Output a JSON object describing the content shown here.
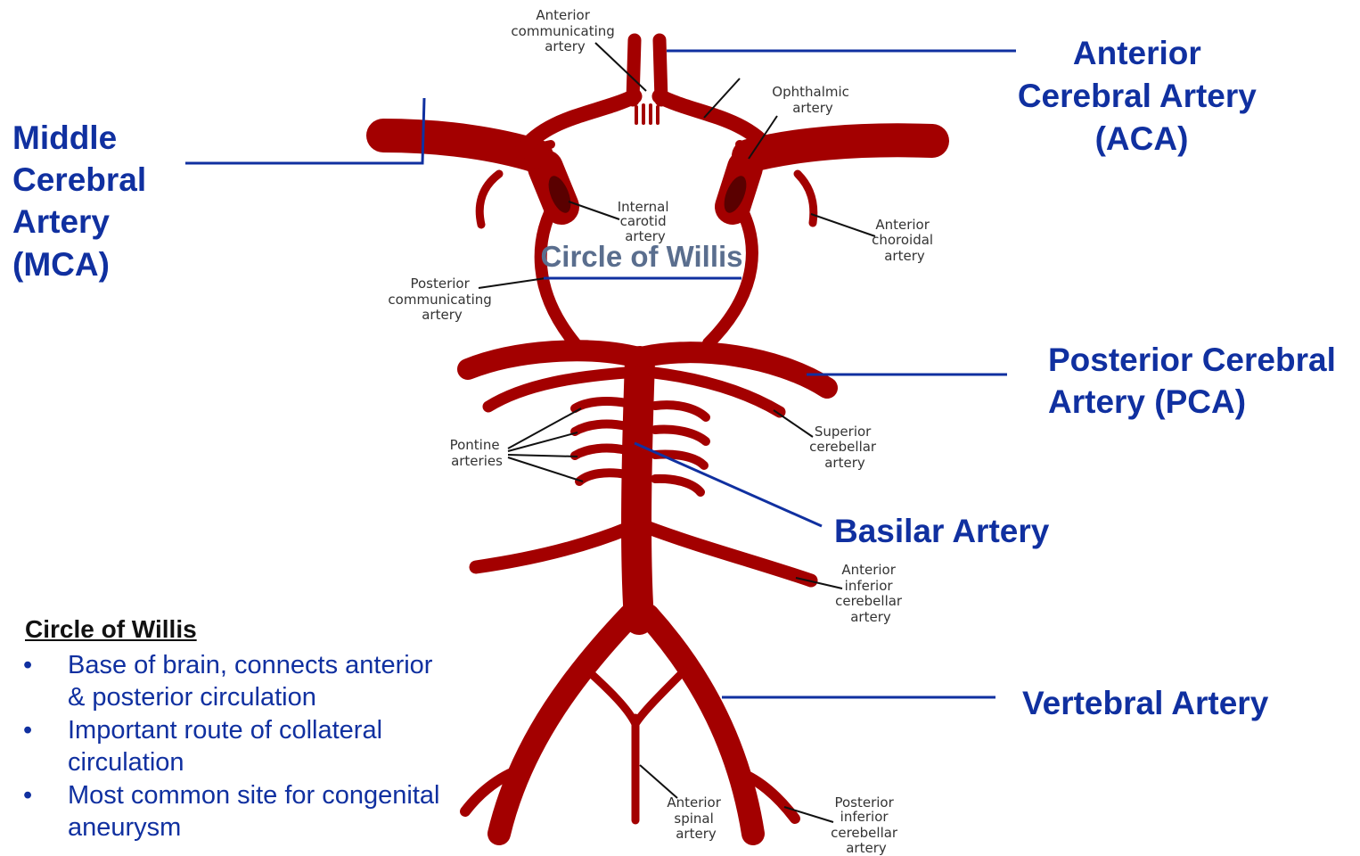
{
  "colors": {
    "artery": "#a30000",
    "artery_dark": "#5a0000",
    "accent": "#1030a0",
    "pointer": "#111111",
    "small_text": "#333333"
  },
  "diagram_labels": {
    "anterior_communicating": [
      "Anterior",
      "communicating",
      "artery"
    ],
    "ophthalmic": [
      "Ophthalmic",
      "artery"
    ],
    "internal_carotid": [
      "Internal",
      "carotid",
      "artery"
    ],
    "anterior_choroidal": [
      "Anterior",
      "choroidal",
      "artery"
    ],
    "posterior_communicating": [
      "Posterior",
      "communicating",
      "artery"
    ],
    "pontine": [
      "Pontine",
      "arteries"
    ],
    "superior_cerebellar": [
      "Superior",
      "cerebellar",
      "artery"
    ],
    "anterior_inferior_cerebellar": [
      "Anterior",
      "inferior",
      "cerebellar",
      "artery"
    ],
    "anterior_spinal": [
      "Anterior",
      "spinal",
      "artery"
    ],
    "posterior_inferior_cerebellar": [
      "Posterior",
      "inferior",
      "cerebellar",
      "artery"
    ],
    "circle_of_willis_title": "Circle of Willis"
  },
  "callouts": {
    "aca": [
      "Anterior",
      "Cerebral Artery",
      "(ACA)"
    ],
    "mca": [
      "Middle",
      "Cerebral",
      "Artery",
      "(MCA)"
    ],
    "pca": [
      "Posterior Cerebral",
      "Artery (PCA)"
    ],
    "basilar": "Basilar Artery",
    "vertebral": "Vertebral Artery"
  },
  "notes": {
    "title": "Circle of Willis",
    "bullet": "•",
    "items": [
      [
        "Base of brain, connects anterior",
        "& posterior circulation"
      ],
      [
        "Important route of collateral",
        "circulation"
      ],
      [
        "Most common site for congenital",
        "aneurysm"
      ]
    ]
  }
}
